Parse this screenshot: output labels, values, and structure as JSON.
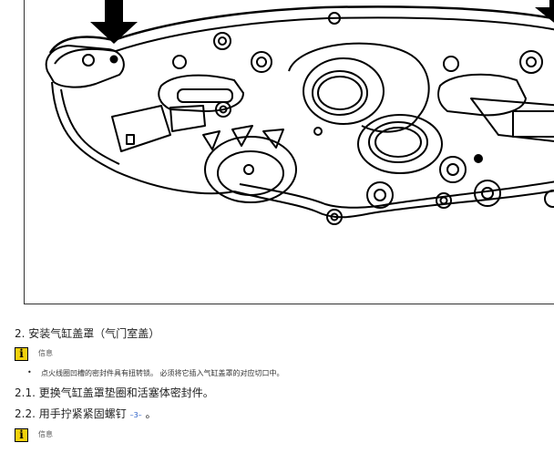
{
  "section": {
    "number": "2.",
    "title": "安装气缸盖罩（气门室盖）"
  },
  "note1": {
    "icon": "info-icon",
    "label": "信息",
    "bullet": "点火线圈凹槽的密封件具有扭转锁。 必须将它插入气缸盖罩的对应切口中。"
  },
  "steps": [
    {
      "number": "2.1.",
      "text": "更换气缸盖罩垫圈和活塞体密封件。"
    },
    {
      "number": "2.2.",
      "text": "用手拧紧紧固螺钉",
      "callout": "–3–",
      "suffix": "。"
    }
  ],
  "note2": {
    "icon": "info-icon",
    "label": "信息"
  },
  "colors": {
    "info_icon_bg": "#f2d10c",
    "callout": "#2a60c8"
  }
}
